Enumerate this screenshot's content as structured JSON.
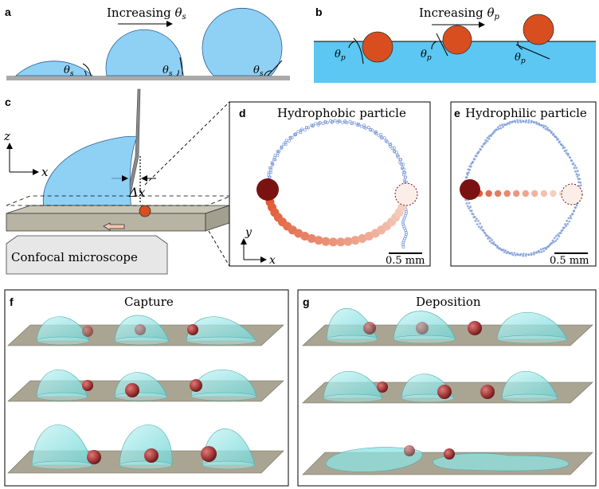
{
  "panels": {
    "a": {
      "label": "a",
      "arrow_text": "Increasing ",
      "arrow_symbol": "θ",
      "arrow_sub": "s",
      "angle_symbol": "θ",
      "angle_sub": "s"
    },
    "b": {
      "label": "b",
      "arrow_text": "Increasing ",
      "arrow_symbol": "θ",
      "arrow_sub": "p",
      "angle_symbol": "θ",
      "angle_sub": "p"
    },
    "c": {
      "label": "c",
      "axis_z": "z",
      "axis_x": "x",
      "delta_label": "Δx",
      "microscope_label": "Confocal microscope"
    },
    "d": {
      "label": "d",
      "title": "Hydrophobic particle",
      "axis_y": "y",
      "axis_x": "x",
      "scale_label": "0.5 mm"
    },
    "e": {
      "label": "e",
      "title": "Hydrophilic particle",
      "scale_label": "0.5 mm"
    },
    "f": {
      "label": "f",
      "title": "Capture"
    },
    "g": {
      "label": "g",
      "title": "Deposition"
    }
  },
  "colors": {
    "drop": "#8fd0f5",
    "drop_edge": "#3a6fa0",
    "particle": "#d94e1e",
    "particle_dark": "#7a1212",
    "substrate": "#b8b4a4",
    "water": "#5bc7f2",
    "trace_blue": "#7b9ad8",
    "render_drop": "#8ee3e3",
    "render_plane": "#aaa593",
    "render_particle": "#a43a3a"
  }
}
